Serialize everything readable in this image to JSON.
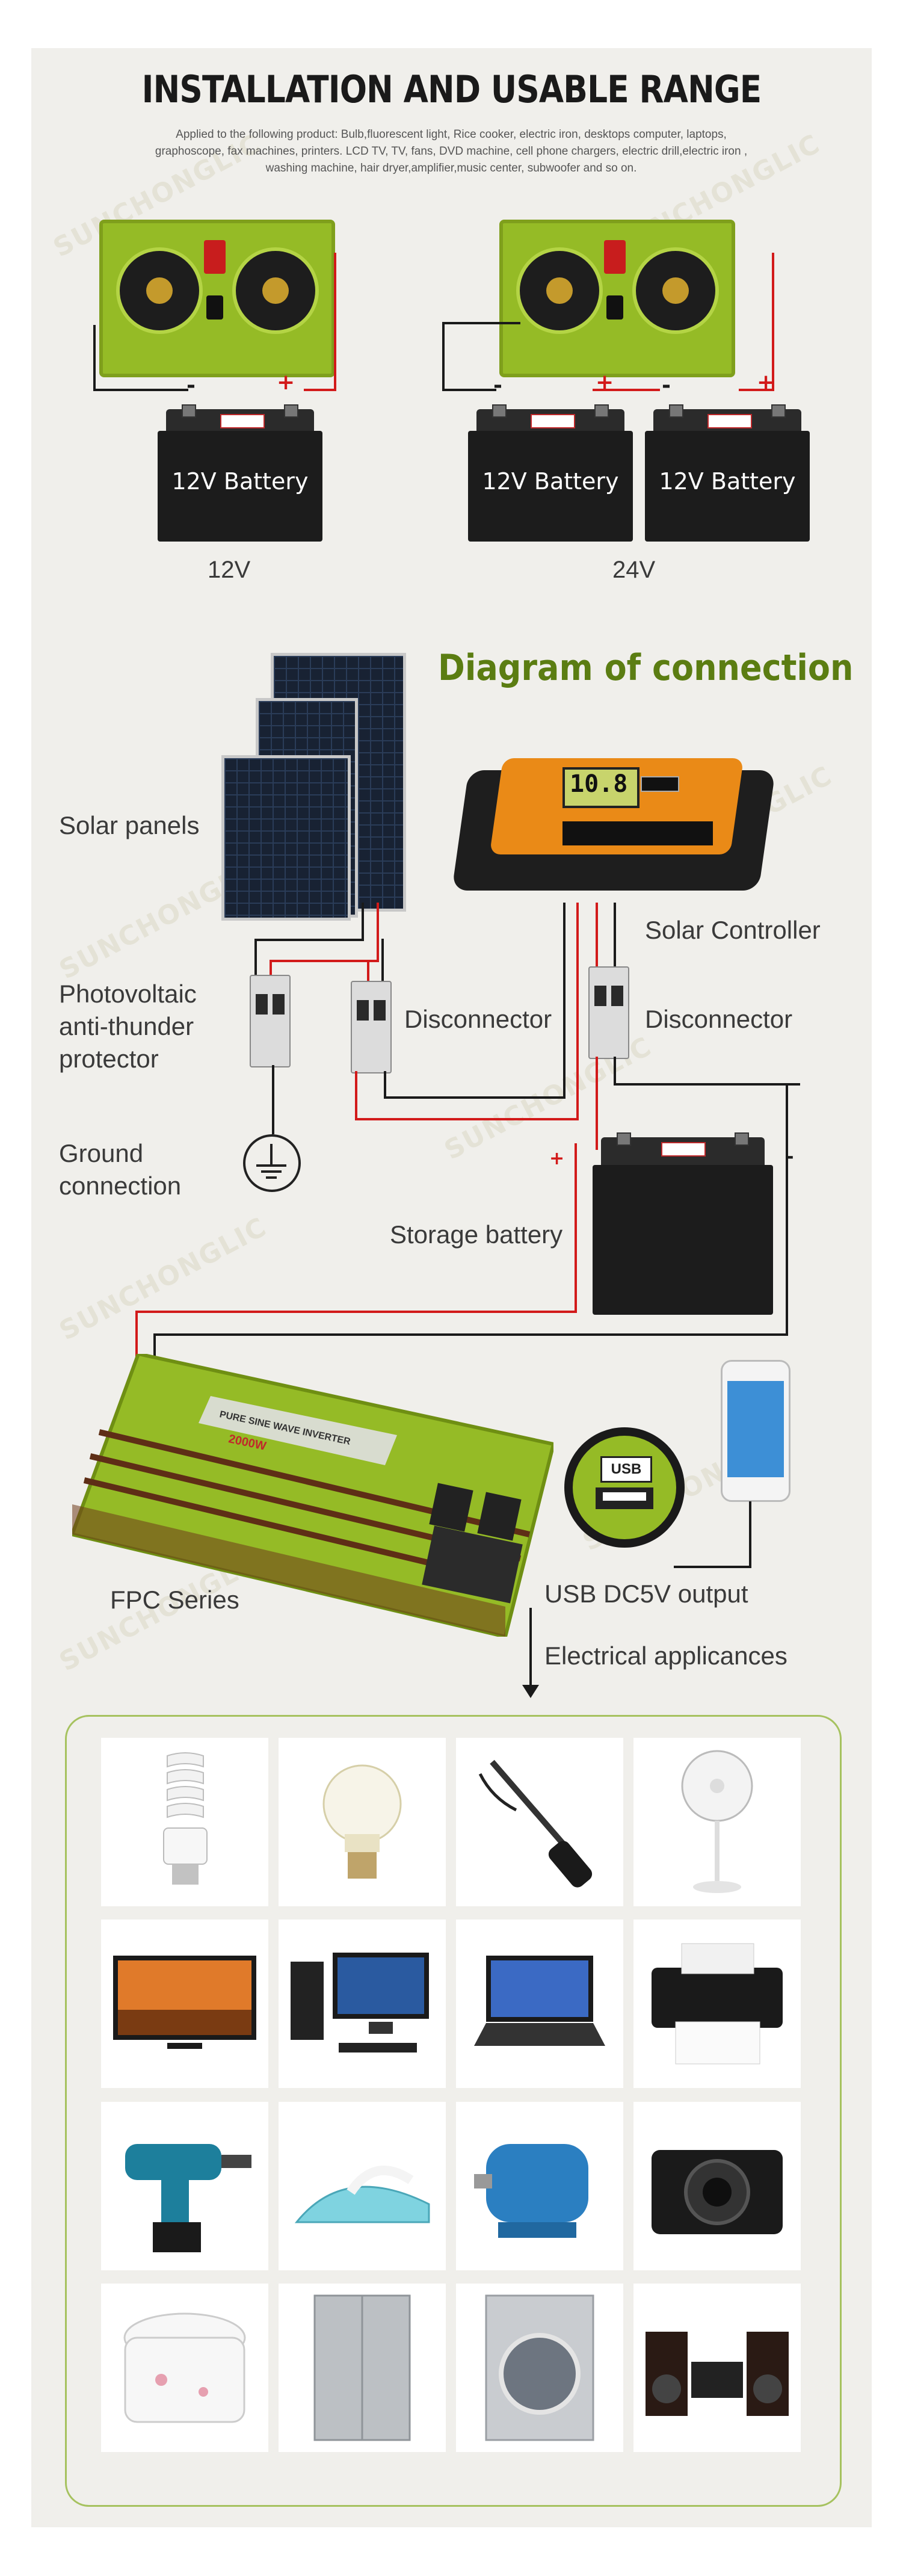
{
  "header": {
    "title": "INSTALLATION AND USABLE RANGE",
    "subtitle": "Applied to the following product:  Bulb,fluorescent light, Rice cooker, electric iron, desktops computer, laptops, graphoscope, fax machines, printers. LCD TV, TV, fans, DVD machine, cell phone chargers, electric drill,electric iron , washing machine, hair dryer,amplifier,music center, subwoofer and so on."
  },
  "watermark": "SUNCHONGLIC",
  "installation": {
    "battery_label": "12V Battery",
    "minus": "-",
    "plus": "+",
    "config_12v": "12V",
    "config_24v": "24V"
  },
  "diagram": {
    "title": "Diagram of connection",
    "labels": {
      "solar_panels": "Solar panels",
      "pv_protector_1": "Photovoltaic",
      "pv_protector_2": "anti-thunder",
      "pv_protector_3": "protector",
      "ground_1": "Ground",
      "ground_2": "connection",
      "disconnector_left": "Disconnector",
      "disconnector_right": "Disconnector",
      "solar_controller": "Solar Controller",
      "storage_battery": "Storage battery",
      "fpc_series": "FPC Series",
      "usb_output": "USB DC5V output",
      "electrical_appliances": "Electrical applicances"
    },
    "controller_display": "10.8",
    "usb_badge": "USB",
    "inverter_text": "PURE SINE WAVE INVERTER",
    "inverter_power": "2000W"
  },
  "appliances": [
    "fluorescent-bulb",
    "incandescent-bulb",
    "soldering-iron",
    "standing-fan",
    "lcd-tv",
    "desktop-computer",
    "laptop",
    "printer",
    "electric-drill",
    "electric-iron",
    "electric-motor",
    "camera",
    "rice-cooker",
    "refrigerator",
    "washing-machine",
    "speakers"
  ],
  "colors": {
    "accent_green": "#5b7d12",
    "inverter_green": "#95bb26",
    "wire_red": "#d21a1a",
    "wire_black": "#1a1a1a"
  }
}
